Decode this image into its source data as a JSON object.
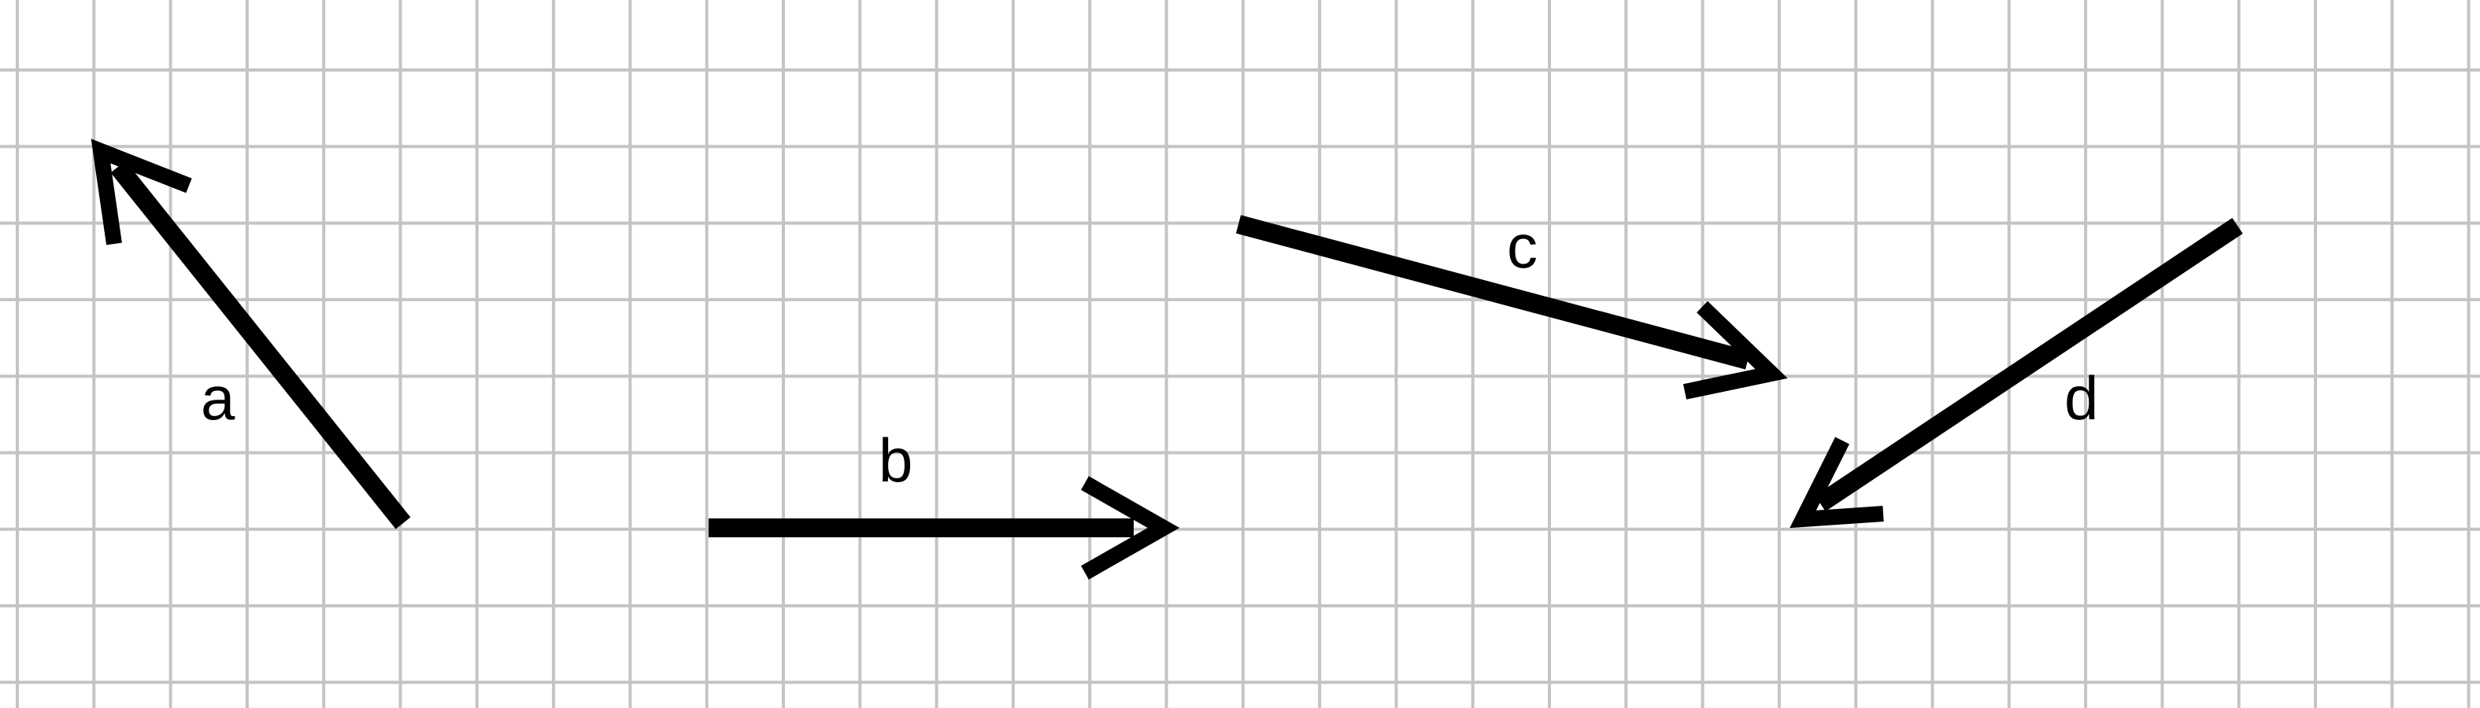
{
  "diagram": {
    "background_color": "#ffffff",
    "grid_color": "#c4c4c4",
    "arrow_color": "#000000",
    "vectors": [
      {
        "id": "a",
        "label": "a"
      },
      {
        "id": "b",
        "label": "b"
      },
      {
        "id": "c",
        "label": "c"
      },
      {
        "id": "d",
        "label": "d"
      }
    ]
  }
}
